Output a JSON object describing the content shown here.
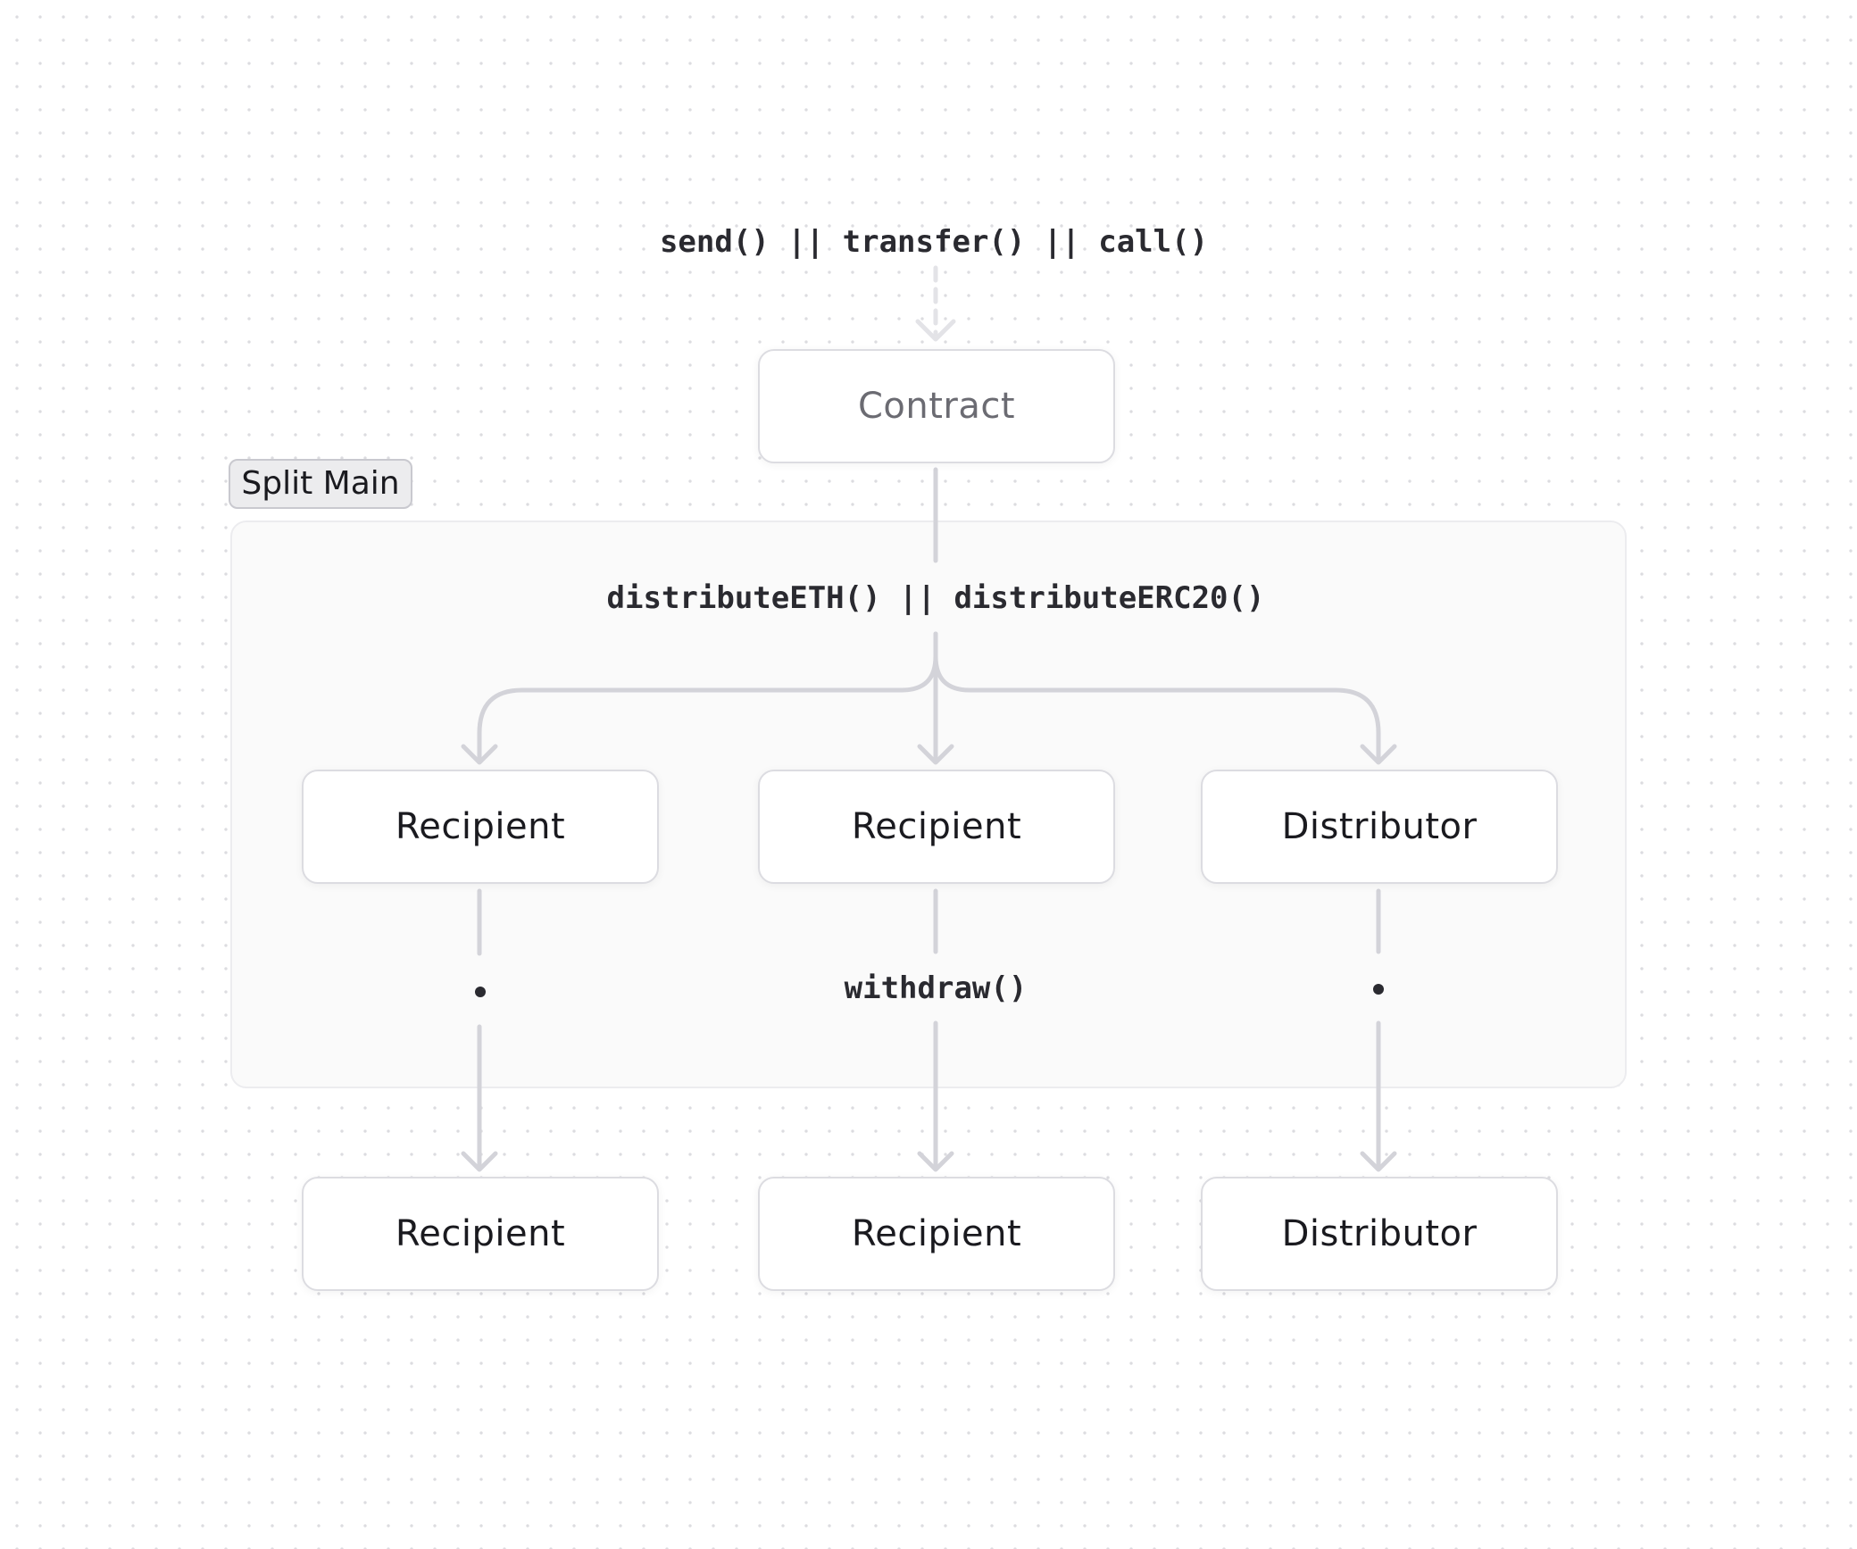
{
  "diagram": {
    "group": {
      "label": "Split Main"
    },
    "entry_call": "send() || transfer() || call()",
    "distribute_call": "distributeETH() || distributeERC20()",
    "withdraw_call": "withdraw()",
    "nodes": {
      "contract": "Contract",
      "recipient_1": "Recipient",
      "recipient_2": "Recipient",
      "distributor": "Distributor",
      "recipient_1_bottom": "Recipient",
      "recipient_2_bottom": "Recipient",
      "distributor_bottom": "Distributor"
    },
    "colors": {
      "edge": "#d3d3d9",
      "edge_dashed": "#e3e3e7",
      "group_fill": "#fafafa",
      "group_label_fill": "#ececee",
      "node_border": "#dcdce1",
      "text": "#1a1a1f",
      "muted_text": "#6b6b72"
    }
  }
}
